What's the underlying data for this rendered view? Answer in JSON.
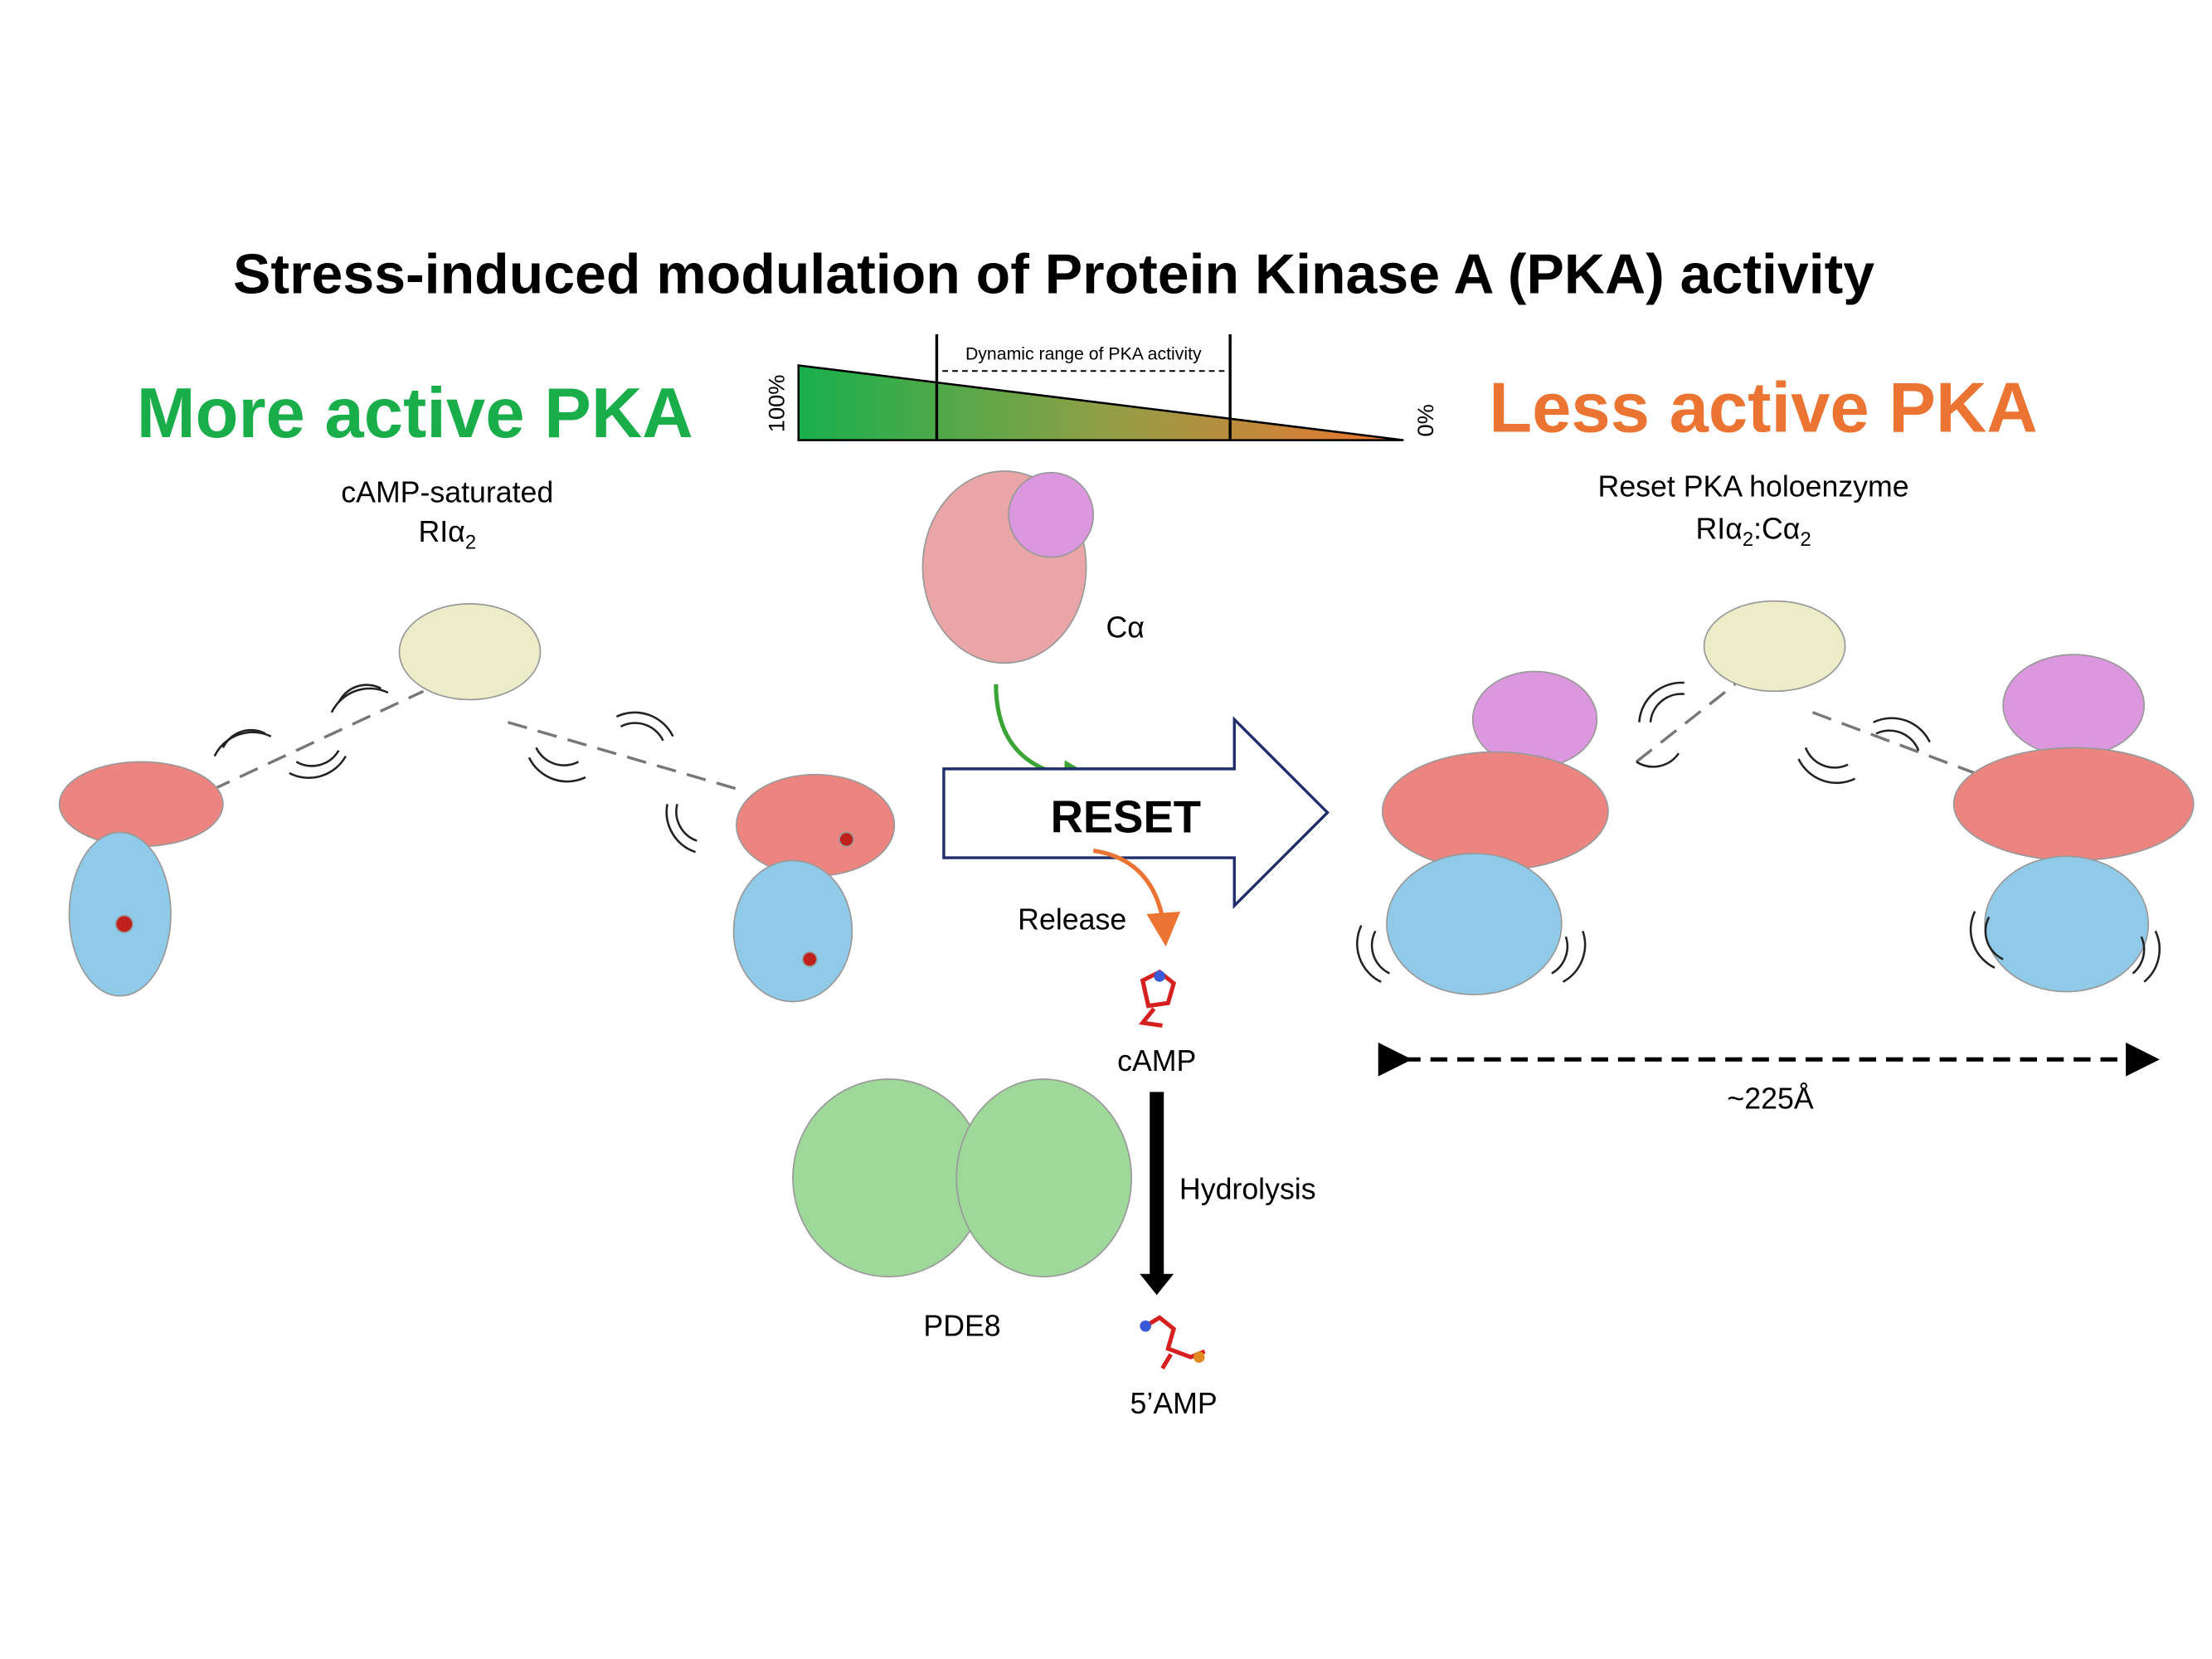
{
  "title": "Stress-induced modulation of Protein Kinase A (PKA) activity",
  "left_heading": "More active PKA",
  "right_heading": "Less active PKA",
  "gradient": {
    "high_label": "100%",
    "low_label": "0%",
    "range_label": "Dynamic range of PKA activity",
    "range_start_fraction": 0.23,
    "range_end_fraction": 0.72
  },
  "left_panel": {
    "line1": "cAMP-saturated",
    "line2_main": "RIα",
    "line2_sub": "2"
  },
  "right_panel": {
    "line1": "Reset PKA holoenzyme",
    "l2a": "RIα",
    "l2b": "2",
    "l2c": ":Cα",
    "l2d": "2"
  },
  "center": {
    "calpha_label": "Cα",
    "reset_label": "RESET",
    "release_label": "Release",
    "camp_label": "cAMP",
    "hydrolysis_label": "Hydrolysis",
    "pde8_label": "PDE8",
    "amp_label": "5’AMP"
  },
  "distance_label": "~225Å",
  "colors": {
    "green": "#1aae4b",
    "orange": "#ec7432",
    "navy": "#1f2d6b",
    "regulatory_red": "#e8706b",
    "cnb_blue": "#7ac4e6",
    "catalytic_violet": "#d48ad8",
    "dd_yellow": "#e6e6b8",
    "pde_green": "#8fd48f"
  }
}
